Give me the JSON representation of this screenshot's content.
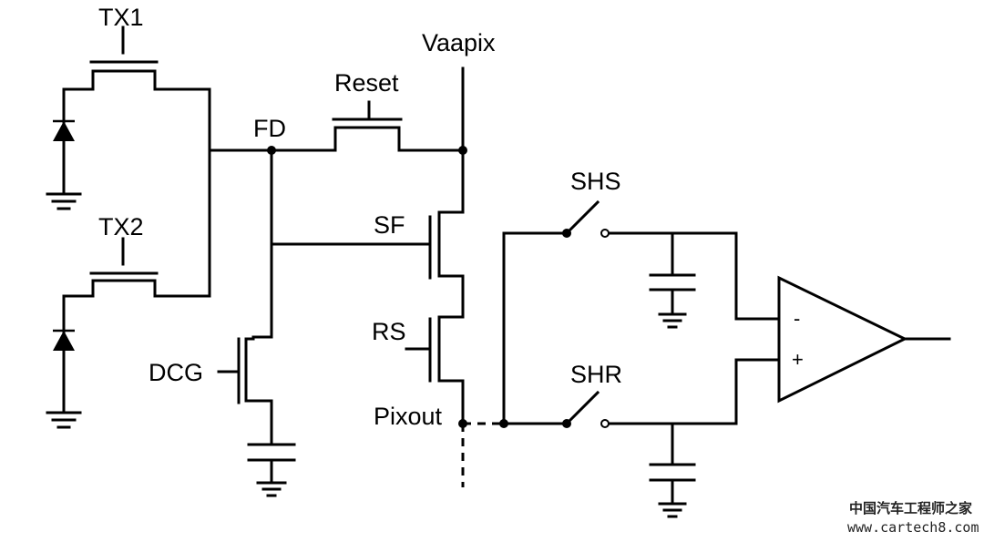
{
  "diagram": {
    "labels": {
      "tx1": "TX1",
      "tx2": "TX2",
      "fd": "FD",
      "reset": "Reset",
      "vaapix": "Vaapix",
      "sf": "SF",
      "rs": "RS",
      "dcg": "DCG",
      "pixout": "Pixout",
      "shs": "SHS",
      "shr": "SHR",
      "minus": "-",
      "plus": "+"
    },
    "watermark": {
      "title": "中国汽车工程师之家",
      "url": "www.cartech8.com"
    }
  }
}
